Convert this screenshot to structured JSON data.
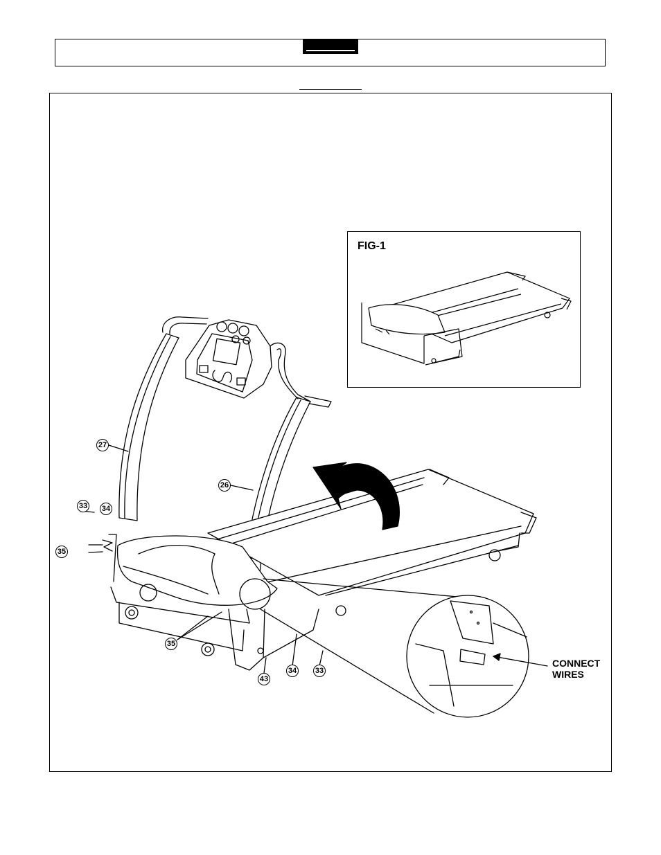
{
  "figure": {
    "inset_title": "FIG-1",
    "connect_label_line1": "CONNECT",
    "connect_label_line2": "WIRES"
  },
  "callouts": {
    "c27": "27",
    "c26": "26",
    "c33_left": "33",
    "c34_left": "34",
    "c35_left": "35",
    "c35_bottom": "35",
    "c43": "43",
    "c34_bottom": "34",
    "c33_bottom": "33"
  }
}
